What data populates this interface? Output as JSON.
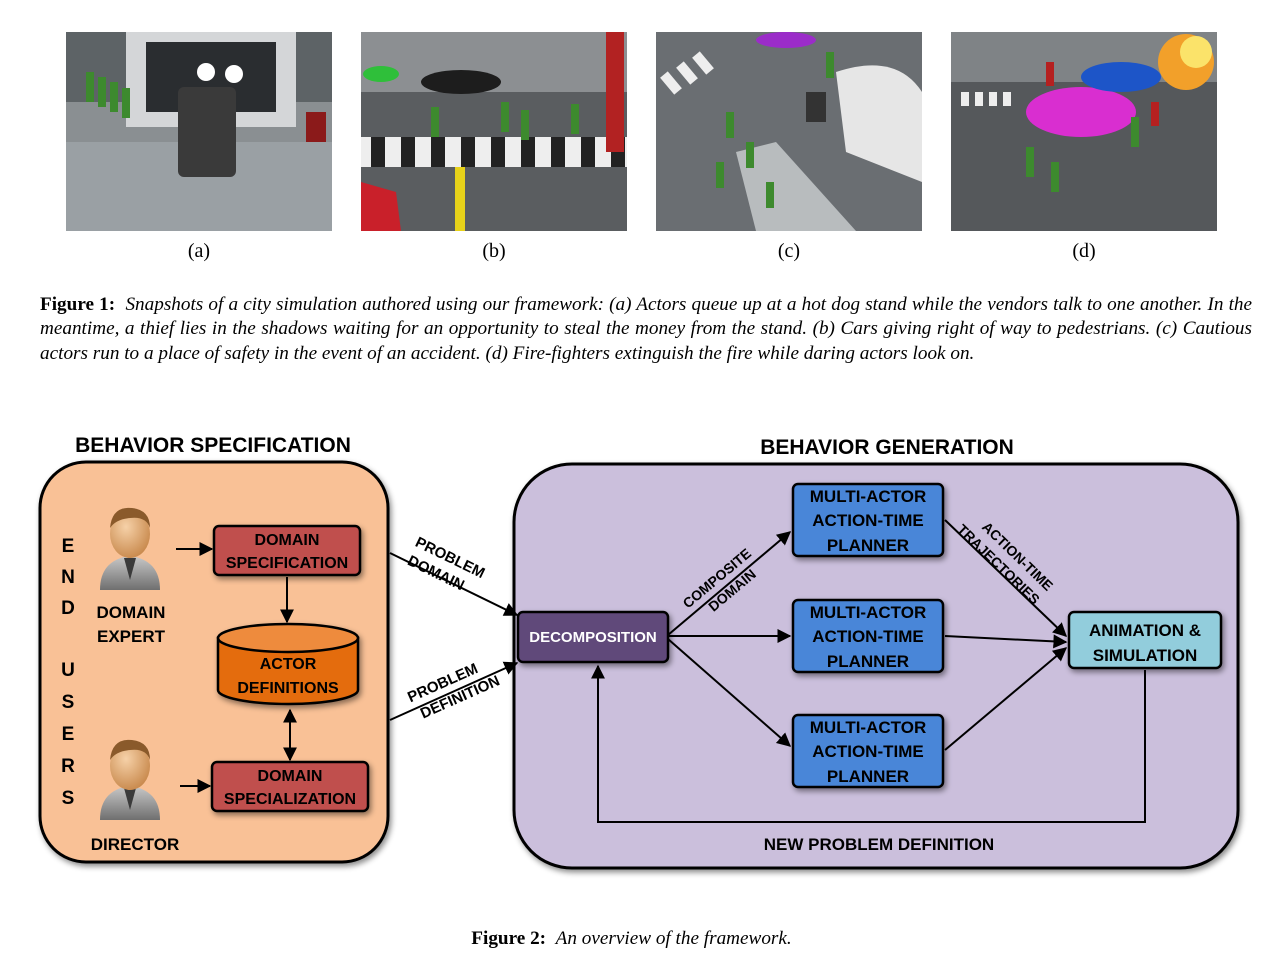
{
  "figure1": {
    "subfigures": [
      {
        "label": "(a)",
        "alt": "hot dog stand scene"
      },
      {
        "label": "(b)",
        "alt": "crosswalk scene"
      },
      {
        "label": "(c)",
        "alt": "accident scene"
      },
      {
        "label": "(d)",
        "alt": "fire scene"
      }
    ],
    "caption_label": "Figure 1:",
    "caption_text": "Snapshots of a city simulation authored using our framework: (a) Actors queue up at a hot dog stand while the vendors talk to one another. In the meantime, a thief lies in the shadows waiting for an opportunity to steal the money from the stand. (b) Cars giving right of way to pedestrians. (c) Cautious actors run to a place of safety in the event of an accident. (d) Fire-fighters extinguish the fire while daring actors look on."
  },
  "diagram": {
    "spec_title": "BEHAVIOR SPECIFICATION",
    "gen_title": "BEHAVIOR GENERATION",
    "end_users_letters": [
      "E",
      "N",
      "D",
      "U",
      "S",
      "E",
      "R",
      "S"
    ],
    "domain_expert": [
      "DOMAIN",
      "EXPERT"
    ],
    "director": "DIRECTOR",
    "domain_specification": [
      "DOMAIN",
      "SPECIFICATION"
    ],
    "actor_definitions": [
      "ACTOR",
      "DEFINITIONS"
    ],
    "domain_specialization": [
      "DOMAIN",
      "SPECIALIZATION"
    ],
    "problem_domain": [
      "PROBLEM",
      "DOMAIN"
    ],
    "problem_definition": [
      "PROBLEM",
      "DEFINITION"
    ],
    "decomposition": "DECOMPOSITION",
    "composite_domain": [
      "COMPOSITE",
      "DOMAIN"
    ],
    "planner": [
      "MULTI-ACTOR",
      "ACTION-TIME",
      "PLANNER"
    ],
    "action_time_trajectories": [
      "ACTION-TIME",
      "TRAJECTORIES"
    ],
    "animation_simulation": [
      "ANIMATION &",
      "SIMULATION"
    ],
    "new_problem_definition": "NEW PROBLEM DEFINITION",
    "colors": {
      "spec_panel": "#f9c196",
      "gen_panel": "#cbbfdc",
      "red_box": "#c0504d",
      "cylinder": "#e46c0a",
      "decomp": "#60497a",
      "planner": "#4a86d8",
      "anim": "#92cddc"
    }
  },
  "figure2": {
    "caption_label": "Figure 2:",
    "caption_text": "An overview of the framework."
  }
}
